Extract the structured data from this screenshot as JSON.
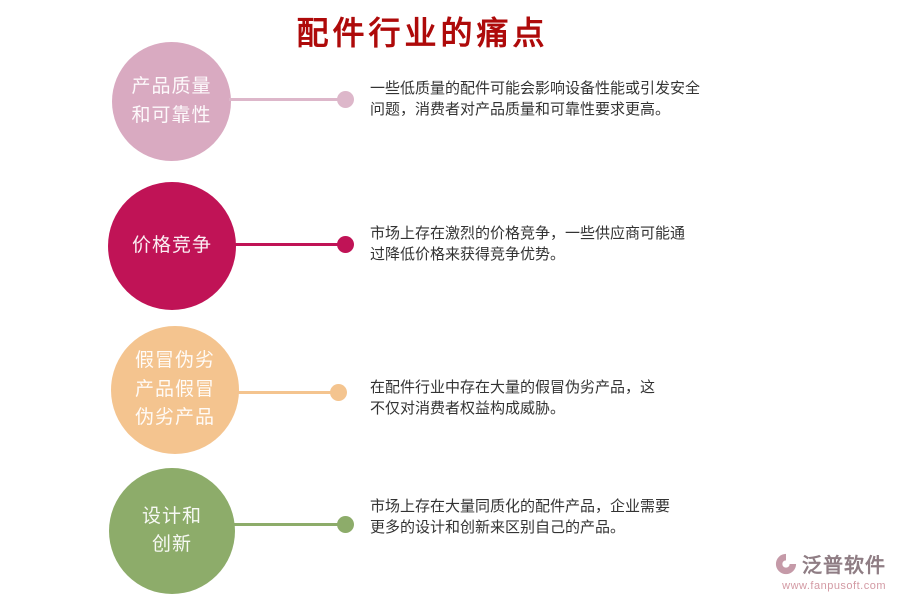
{
  "title": "配件行业的痛点",
  "items": [
    {
      "label": "产品质量\n和可靠性",
      "desc": "一些低质量的配件可能会影响设备性能或引发安全\n问题，消费者对产品质量和可靠性要求更高。",
      "circle_color": "#d9aac1",
      "connector_color": "#ddb7ca"
    },
    {
      "label": "价格竞争",
      "desc": "市场上存在激烈的价格竞争，一些供应商可能通\n过降低价格来获得竞争优势。",
      "circle_color": "#c01356",
      "connector_color": "#c01356"
    },
    {
      "label": "假冒伪劣\n产品假冒\n伪劣产品",
      "desc": "在配件行业中存在大量的假冒伪劣产品，这\n不仅对消费者权益构成威胁。",
      "circle_color": "#f4c48f",
      "connector_color": "#f4c48f"
    },
    {
      "label": "设计和\n创新",
      "desc": "市场上存在大量同质化的配件产品，企业需要\n更多的设计和创新来区别自己的产品。",
      "circle_color": "#8dac6a",
      "connector_color": "#8dac6a"
    }
  ],
  "footer": {
    "brand": "泛普软件",
    "url": "www.fanpusoft.com"
  },
  "colors": {
    "title": "#ae0a0a",
    "body_text": "#333333",
    "brand_text": "#8f7d84",
    "brand_url": "#d39aa4"
  }
}
